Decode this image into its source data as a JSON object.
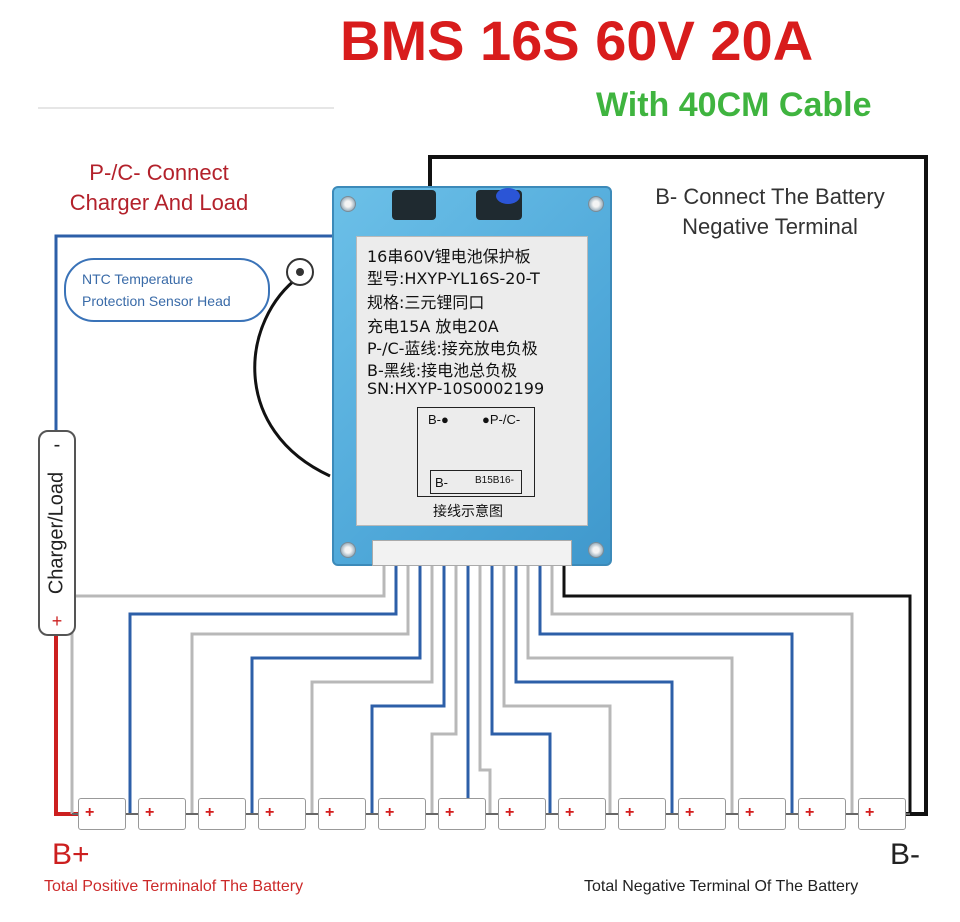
{
  "title": "BMS 16S 60V 20A",
  "subtitle": "With 40CM Cable",
  "pc_connect_label": [
    "P-/C- Connect",
    "Charger And Load"
  ],
  "b_neg_connect_label": [
    "B- Connect The Battery",
    "Negative Terminal"
  ],
  "ntc_label": [
    "NTC Temperature",
    "Protection Sensor Head"
  ],
  "charger_load": {
    "label": "Charger/Load",
    "minus": "-",
    "plus": "+"
  },
  "board_label": {
    "lines": [
      "16串60V锂电池保护板",
      "型号:HXYP-YL16S-20-T",
      "规格:三元锂同口",
      "充电15A   放电20A",
      "P-/C-蓝线:接充放电负极",
      "B-黑线:接电池总负极",
      "SN:HXYP-10S0002199"
    ],
    "schematic_b_minus": "B-●",
    "schematic_p_c": "●P-/C-",
    "schematic_bottom_left": "B-",
    "schematic_bottom_right": "B15B16-",
    "schematic_caption": "接线示意图"
  },
  "cells": {
    "count": 14,
    "plus_symbol": "+"
  },
  "b_plus": "B+",
  "b_minus": "B-",
  "total_positive_caption": "Total Positive Terminalof The Battery",
  "total_negative_caption": "Total Negative Terminal Of The Battery",
  "colors": {
    "title_red": "#d81c1c",
    "subtitle_green": "#3fb43f",
    "wire_blue": "#2d5fa8",
    "wire_red": "#cc1f1f",
    "wire_black": "#111111",
    "wire_gray": "#b8b8b8",
    "board_blue": "#56acdb"
  }
}
